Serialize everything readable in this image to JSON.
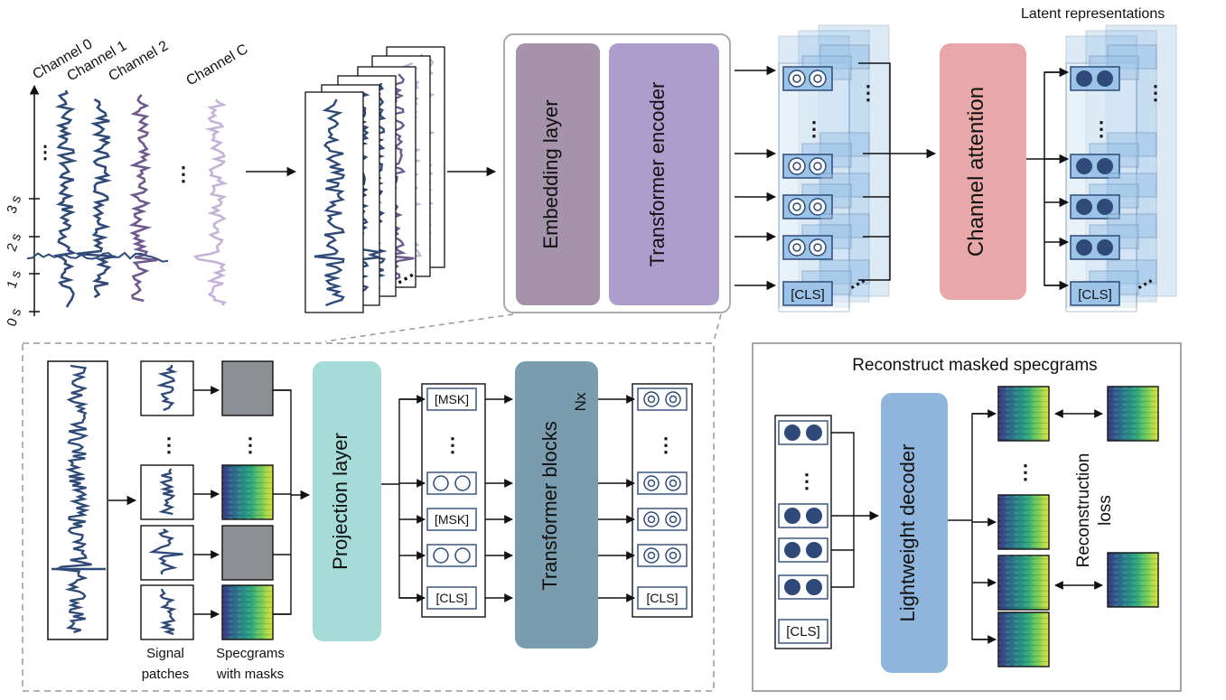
{
  "top": {
    "channels": [
      "Channel 0",
      "Channel 1",
      "Channel 2",
      "Channel C"
    ],
    "time_ticks": [
      "0 s",
      "1 s",
      "2 s",
      "3 s"
    ],
    "embedding_label": "Embedding layer",
    "encoder_label": "Transformer encoder",
    "channel_attention_label": "Channel attention",
    "latent_label": "Latent representations",
    "cls_token": "[CLS]"
  },
  "bottom_left": {
    "signal_patches_line1": "Signal",
    "signal_patches_line2": "patches",
    "specgrams_line1": "Specgrams",
    "specgrams_line2": "with masks",
    "projection_label": "Projection layer",
    "transformer_blocks_label": "Transformer blocks",
    "nx_label": "Nx",
    "tokens_in": [
      "[MSK]",
      "",
      "",
      "[MSK]",
      "",
      "[CLS]"
    ],
    "cls_token": "[CLS]"
  },
  "bottom_right": {
    "title": "Reconstruct masked specgrams",
    "decoder_label": "Lightweight decoder",
    "loss_line1": "Reconstruction",
    "loss_line2": "loss",
    "cls_token": "[CLS]"
  },
  "colors": {
    "signal_dark": "#2f4a78",
    "signal_purple": "#6e5a8c",
    "signal_light": "#c4b3d8",
    "embedding": "#a593ab",
    "encoder": "#ad9dcc",
    "channel_attention": "#e8a8aa",
    "projection": "#a6dcd8",
    "transformer_blocks": "#7a9caf",
    "decoder": "#8fb5dc",
    "token_fill": "#ffffff",
    "latent_fill": "#9cc4e8"
  }
}
